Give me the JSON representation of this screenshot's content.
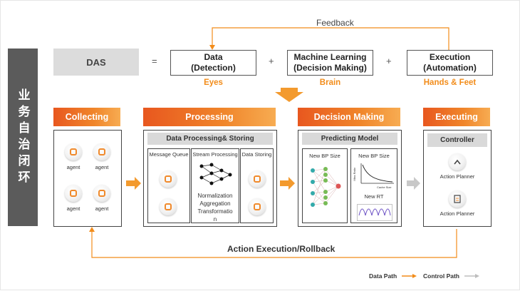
{
  "sidebar": {
    "label": "业务自治闭环"
  },
  "equation": {
    "das": "DAS",
    "equals": "=",
    "plus": "+",
    "feedback": "Feedback",
    "boxes": [
      {
        "line1": "Data",
        "line2": "(Detection)",
        "tag": "Eyes"
      },
      {
        "line1": "Machine Learning",
        "line2": "(Decision Making)",
        "tag": "Brain"
      },
      {
        "line1": "Execution",
        "line2": "(Automation)",
        "tag": "Hands & Feet"
      }
    ]
  },
  "stages": {
    "collecting": {
      "title": "Collecting",
      "agents": [
        "agent",
        "agent",
        "agent",
        "agent"
      ]
    },
    "processing": {
      "title": "Processing",
      "subtitle": "Data Processing& Storing",
      "columns": [
        "Message Queue",
        "Stream Processing",
        "Data Storing"
      ],
      "stream_lines": [
        "Normalization",
        "Aggregation",
        "Transformatio",
        "n"
      ]
    },
    "decision": {
      "title": "Decision Making",
      "subtitle": "Predicting Model",
      "left_label": "New BP Size",
      "right_label": "New BP Size",
      "axis_x": "Cache Size",
      "axis_y": "Miss Ratio",
      "rt_label": "New RT"
    },
    "executing": {
      "title": "Executing",
      "subtitle": "Controller",
      "planners": [
        "Action Planner",
        "Action Planner"
      ]
    }
  },
  "bottom": {
    "label": "Action Execution/Rollback"
  },
  "legend": {
    "data_path": "Data Path",
    "control_path": "Control Path"
  },
  "colors": {
    "orange": "#f28c1a",
    "gray_arrow": "#bdbdbd",
    "sidebar": "#5b5b5b"
  }
}
